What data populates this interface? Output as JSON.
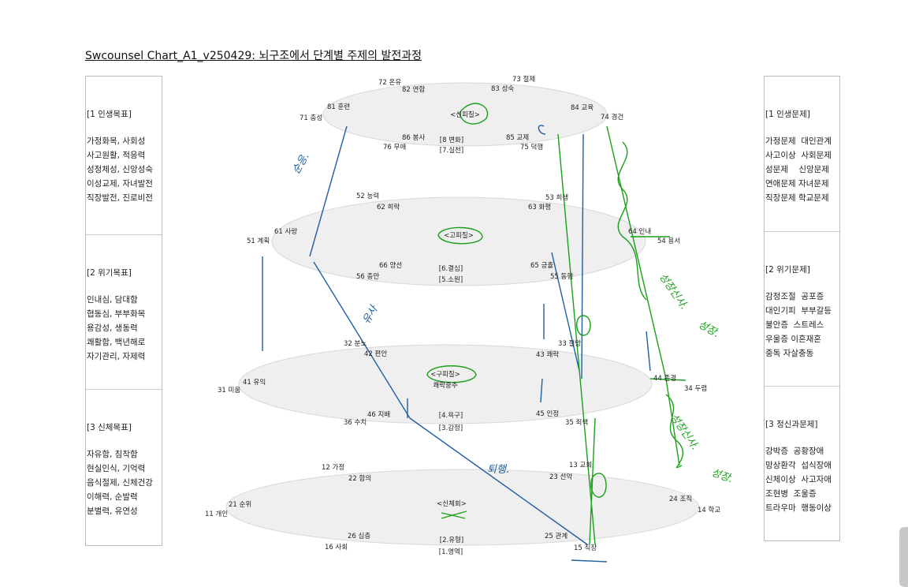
{
  "title": "Swcounsel Chart_A1_v250429: 뇌구조에서 단계별 주제의 발전과정",
  "left_panel": [
    {
      "heading": "[1 인생목표]",
      "items": [
        "가정화목, 사회성",
        "사고원활, 적응력",
        "성정체성, 신앙성숙",
        "이성교제, 자녀발전",
        "직장발전, 진로비전"
      ]
    },
    {
      "heading": "[2 위기목표]",
      "items": [
        "인내심, 담대함",
        "협동심, 부부화목",
        "용감성, 생동력",
        "쾌활함, 백년해로",
        "자기관리, 자제력"
      ]
    },
    {
      "heading": "[3 신체목표]",
      "items": [
        "자유함, 침착함",
        "현실인식, 기억력",
        "음식절제, 신체건강",
        "이해력, 순발력",
        "분별력, 유연성"
      ]
    }
  ],
  "right_panel": [
    {
      "heading": "[1 인생문제]",
      "items": [
        "가정문제  대인관계",
        "사고이상  사회문제",
        "성문제    신앙문제",
        "연애문제 자녀문제",
        "직장문제 학교문제"
      ]
    },
    {
      "heading": "[2 위기문제]",
      "items": [
        "감정조절  공포증",
        "대인기피  부부갈등",
        "불안증  스트레스",
        "우울증 이혼재혼",
        "중독 자살충동"
      ]
    },
    {
      "heading": "[3 정신과문제]",
      "items": [
        "강박증  공황장애",
        "망상환각  섭식장애",
        "신체이상  사고자애",
        "조현병  조울증",
        "트라우마  행동이상"
      ]
    }
  ],
  "levels": [
    {
      "center": "<신피질>",
      "stages": [
        "[8 변화]",
        "[7.실천]"
      ],
      "labels": [
        "72 온유",
        "82 연합",
        "73 절제",
        "83 성숙",
        "81 훈련",
        "71 충성",
        "84 교육",
        "74 경건",
        "86 봉사",
        "76 무애",
        "85 교제",
        "75 덕행"
      ]
    },
    {
      "center": "<고피질>",
      "stages": [
        "[6.결심]",
        "[5.소원]"
      ],
      "labels": [
        "52 능력",
        "62 희락",
        "53 희생",
        "63 화평",
        "61 사랑",
        "51 계획",
        "64 인내",
        "54 용서",
        "66 양선",
        "56 충만",
        "65 긍휼",
        "55 동행"
      ]
    },
    {
      "center": "<구피질>",
      "sub": "쾌락중추",
      "stages": [
        "[4.욕구]",
        "[3.감정]"
      ],
      "labels": [
        "32 분노",
        "42 편안",
        "33 절망",
        "43 쾌락",
        "41 유익",
        "31 미움",
        "44 존경",
        "34 두렴",
        "46 지배",
        "36 수치",
        "45 인정",
        "35 죄책"
      ]
    },
    {
      "center": "<신체회>",
      "stages": [
        "[2.유형]",
        "[1.영역]"
      ],
      "labels": [
        "12 가정",
        "22 합의",
        "13 교회",
        "23 선악",
        "21 순위",
        "11 개인",
        "24 조직",
        "14 학교",
        "26 심층",
        "16 사회",
        "25 관계",
        "15 직장"
      ]
    }
  ],
  "handwritten": [
    "순응.",
    "유사",
    "퇴행.",
    "성장신사.",
    "성장.",
    "성장신사.",
    "성장."
  ],
  "colors": {
    "ink_blue": "#1f5fa0",
    "ink_green": "#1aa01a",
    "ellipse_fill": "#efefef"
  }
}
